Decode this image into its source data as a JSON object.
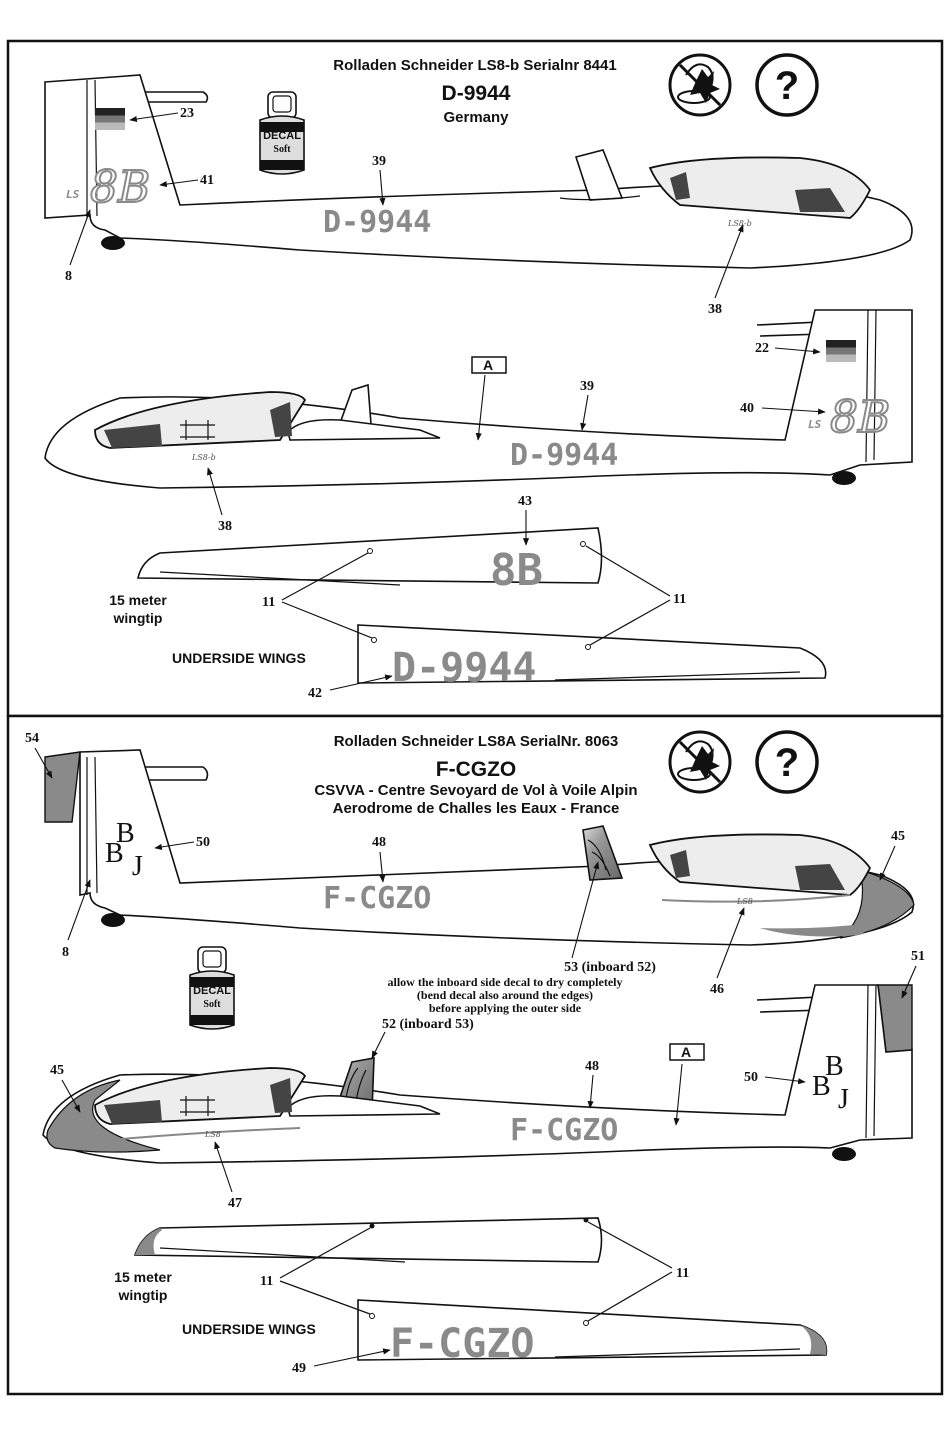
{
  "panel1": {
    "header": "Rolladen Schneider   LS8-b    Serialnr 8441",
    "registration": "D-9944",
    "country": "Germany",
    "reg_mark": "D-9944",
    "tail_code": "8B",
    "tail_prefix": "LS",
    "canopy_script": "LS8-b",
    "wing_code": "8B",
    "wing_reg": "D-9944",
    "wingtip_label": [
      "15 meter",
      "wingtip"
    ],
    "underside_label": "UNDERSIDE WINGS",
    "callouts": {
      "c23": "23",
      "c41": "41",
      "c8": "8",
      "c39a": "39",
      "c38a": "38",
      "c22": "22",
      "c40": "40",
      "c39b": "39",
      "c38b": "38",
      "c43": "43",
      "c11a": "11",
      "c11b": "11",
      "c42": "42"
    },
    "marker": "A"
  },
  "panel2": {
    "header": "Rolladen Schneider   LS8A   SerialNr. 8063",
    "registration": "F-CGZO",
    "line1": "CSVVA - Centre Sevoyard de Vol à Voile Alpin",
    "line2": "Aerodrome de Challes les Eaux - France",
    "reg_mark": "F-CGZO",
    "logo_letters": [
      "B",
      "B",
      "J"
    ],
    "canopy_script": "LS8",
    "wing_reg": "F-CGZO",
    "wingtip_label": [
      "15 meter",
      "wingtip"
    ],
    "underside_label": "UNDERSIDE WINGS",
    "note": [
      "53 (inboard 52)",
      "allow the inboard side decal to dry completely",
      "(bend decal also around the edges)",
      "before applying the outer side"
    ],
    "callouts": {
      "c54": "54",
      "c50a": "50",
      "c48a": "48",
      "c45a": "45",
      "c8": "8",
      "c46": "46",
      "c51": "51",
      "c52": "52 (inboard 53)",
      "c45b": "45",
      "c48b": "48",
      "c50b": "50",
      "c47": "47",
      "c11a": "11",
      "c11b": "11",
      "c49": "49"
    },
    "marker": "A"
  },
  "decal_jar": {
    "line1": "DECAL",
    "line2": "Soft"
  },
  "help_icon": "?",
  "colors": {
    "decal_gray": "#8a8a8a",
    "outline": "#111111",
    "ink": "#111111"
  }
}
